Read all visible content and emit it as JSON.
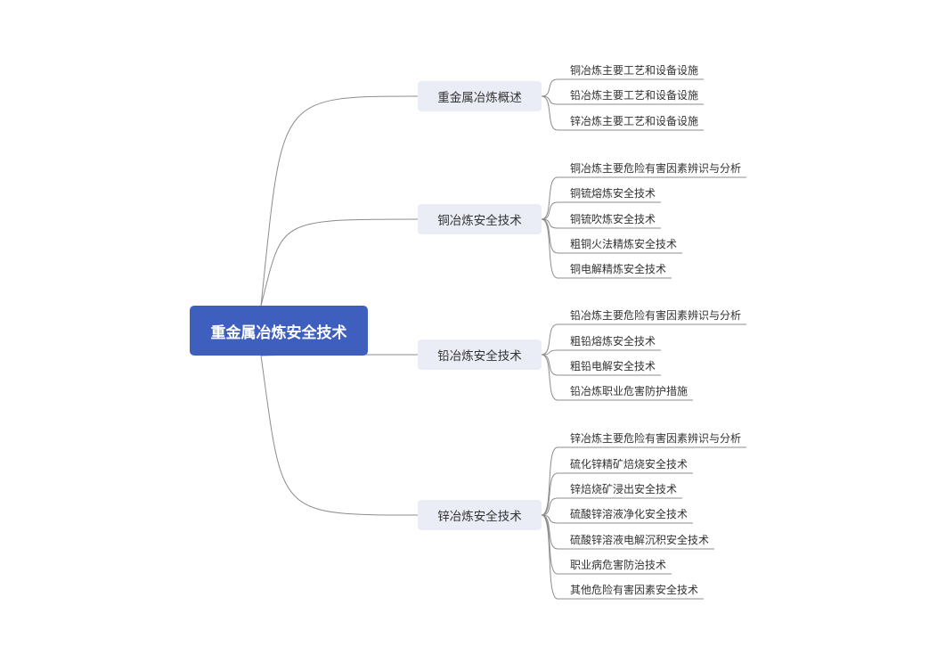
{
  "root": {
    "label": "重金属冶炼安全技术"
  },
  "branches": [
    {
      "label": "重金属冶炼概述",
      "leaves": [
        "铜冶炼主要工艺和设备设施",
        "铅冶炼主要工艺和设备设施",
        "锌冶炼主要工艺和设备设施"
      ]
    },
    {
      "label": "铜冶炼安全技术",
      "leaves": [
        "铜冶炼主要危险有害因素辨识与分析",
        "铜锍熔炼安全技术",
        "铜锍吹炼安全技术",
        "粗铜火法精炼安全技术",
        "铜电解精炼安全技术"
      ]
    },
    {
      "label": "铅冶炼安全技术",
      "leaves": [
        "铅冶炼主要危险有害因素辨识与分析",
        "粗铅熔炼安全技术",
        "粗铅电解安全技术",
        "铅冶炼职业危害防护措施"
      ]
    },
    {
      "label": "锌冶炼安全技术",
      "leaves": [
        "锌冶炼主要危险有害因素辨识与分析",
        "硫化锌精矿焙烧安全技术",
        "锌焙烧矿浸出安全技术",
        "硫酸锌溶液净化安全技术",
        "硫酸锌溶液电解沉积安全技术",
        "职业病危害防治技术",
        "其他危险有害因素安全技术"
      ]
    }
  ]
}
